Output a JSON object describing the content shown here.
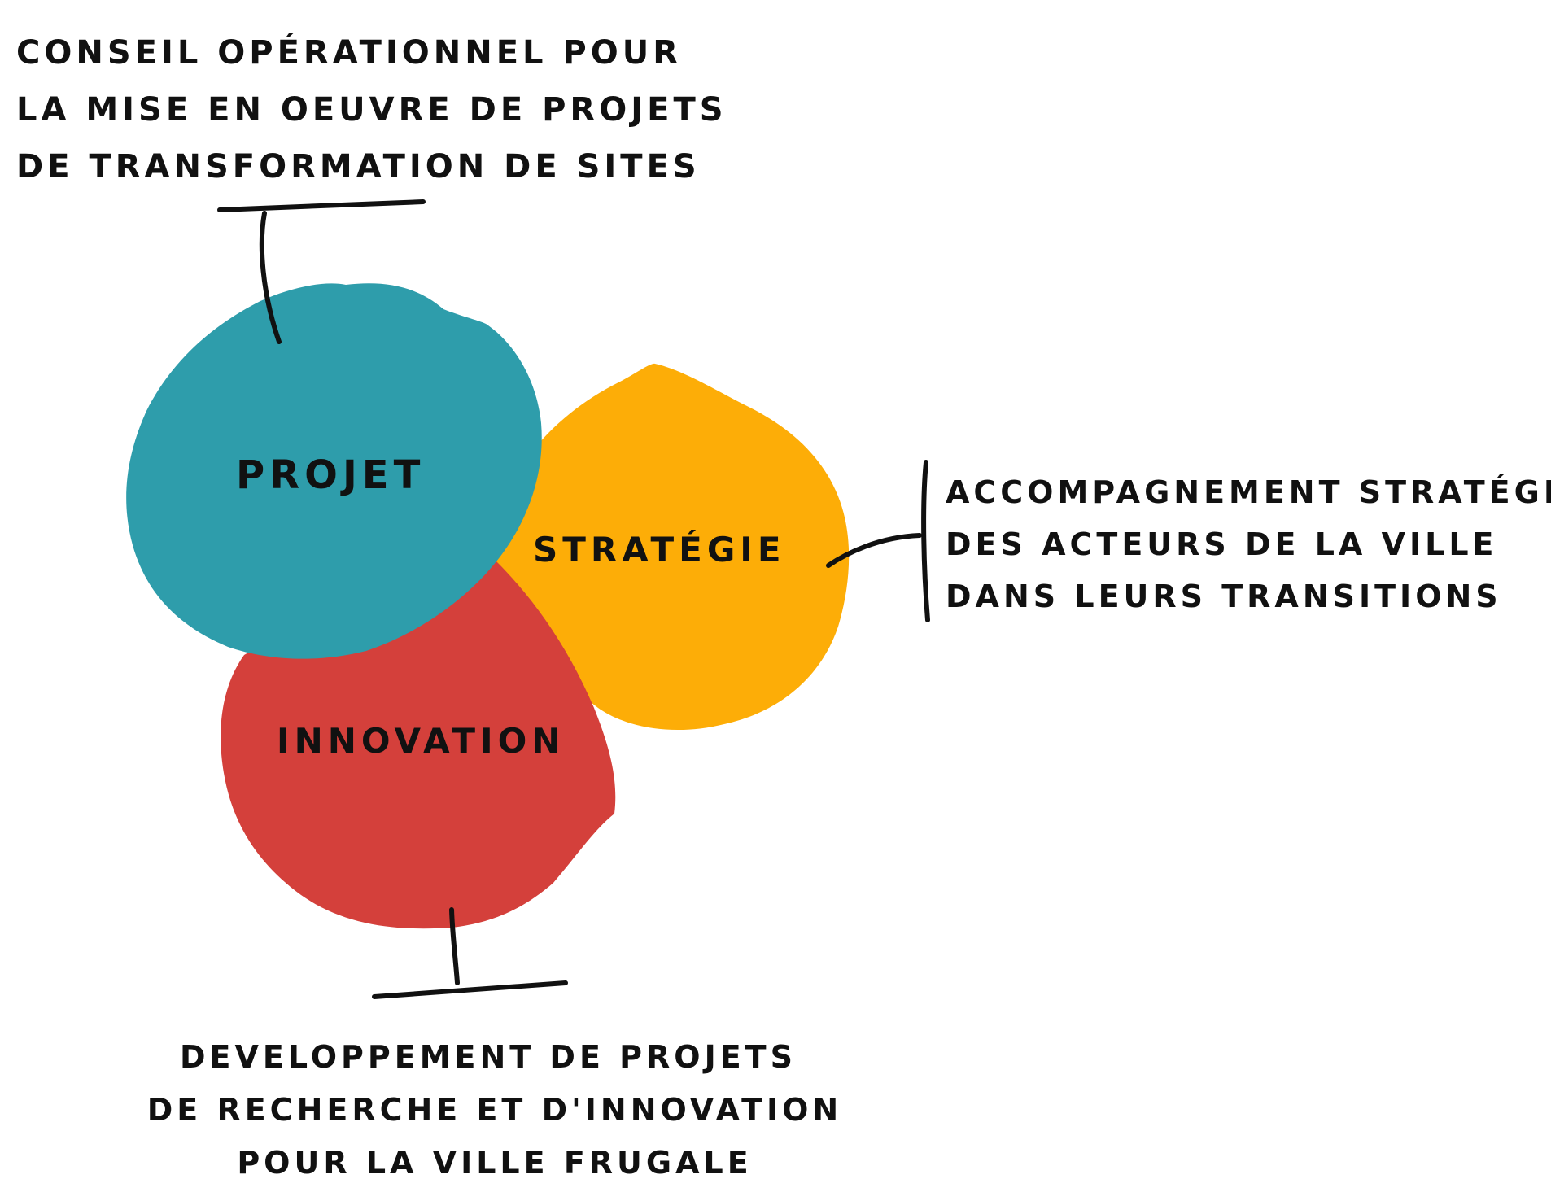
{
  "colors": {
    "projet": "#2e9dab",
    "strategie": "#fdad07",
    "innovation": "#d4403b",
    "ink": "#111111"
  },
  "blobs": {
    "projet": "PROJET",
    "strategie": "STRATÉGIE",
    "innovation": "INNOVATION"
  },
  "notes": {
    "projet": [
      "CONSEIL OPÉRATIONNEL POUR",
      "LA MISE EN OEUVRE DE PROJETS",
      "DE TRANSFORMATION DE SITES"
    ],
    "strategie": [
      "ACCOMPAGNEMENT STRATÉGIQUE",
      "DES ACTEURS DE LA VILLE",
      "DANS LEURS TRANSITIONS"
    ],
    "innovation": [
      "DEVELOPPEMENT DE PROJETS",
      "DE RECHERCHE ET D'INNOVATION",
      "POUR LA VILLE FRUGALE"
    ]
  }
}
